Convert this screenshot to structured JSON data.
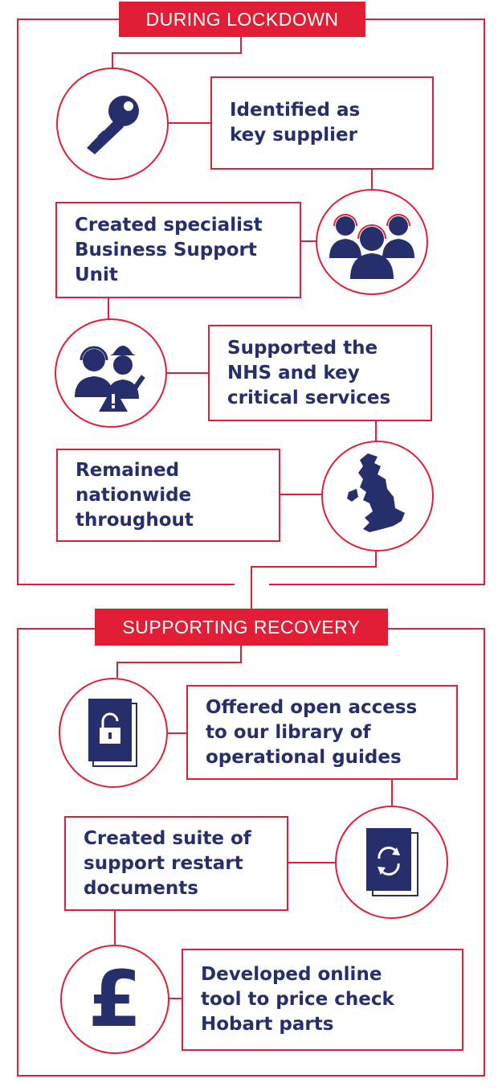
{
  "colors": {
    "accent": "#e21e36",
    "navy": "#262f6b",
    "background": "#ffffff"
  },
  "sections": [
    {
      "header": "DURING LOCKDOWN",
      "steps": [
        {
          "text": "Identified as\nkey supplier",
          "icon": "key-icon"
        },
        {
          "text": "Created specialist\nBusiness Support\nUnit",
          "icon": "call-centre-team-icon"
        },
        {
          "text": "Supported the\nNHS and key\ncritical services",
          "icon": "engineers-warning-icon"
        },
        {
          "text": "Remained\nnationwide\nthroughout",
          "icon": "uk-map-icon"
        }
      ]
    },
    {
      "header": "SUPPORTING RECOVERY",
      "steps": [
        {
          "text": "Offered open access\nto our library of\noperational guides",
          "icon": "unlocked-document-icon"
        },
        {
          "text": "Created suite of\nsupport restart\ndocuments",
          "icon": "restart-document-icon"
        },
        {
          "text": "Developed online\ntool to price check\nHobart parts",
          "icon": "pound-sign-icon"
        }
      ]
    }
  ]
}
